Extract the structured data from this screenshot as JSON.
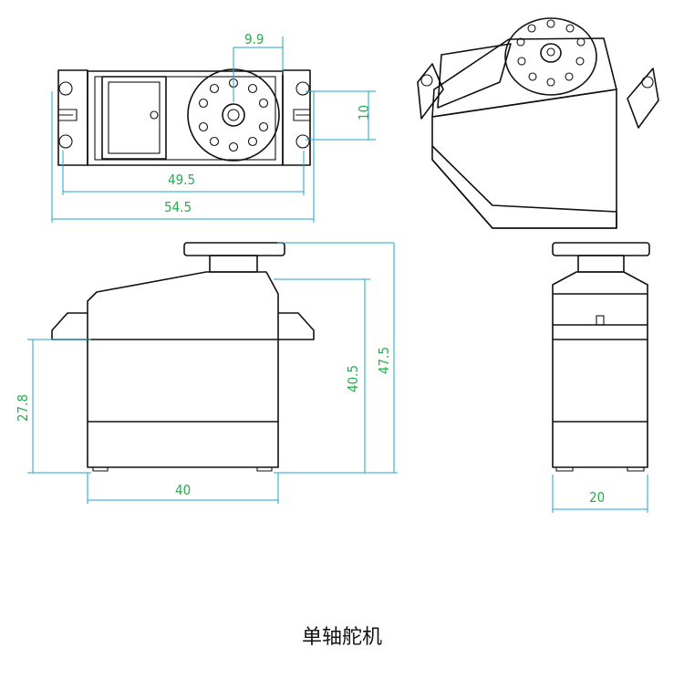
{
  "caption": "单轴舵机",
  "colors": {
    "outline": "#111111",
    "dimension_line": "#1fa6c8",
    "dimension_text": "#22b04a",
    "background": "#ffffff"
  },
  "dimensions": {
    "top_view": {
      "horn_offset": "9.9",
      "mount_hole_spacing": "10",
      "mount_hole_span": "49.5",
      "overall_length": "54.5"
    },
    "side_view": {
      "mount_tab_height": "27.8",
      "body_width": "40",
      "body_height": "40.5",
      "overall_height": "47.5"
    },
    "end_view": {
      "body_depth": "20"
    }
  }
}
